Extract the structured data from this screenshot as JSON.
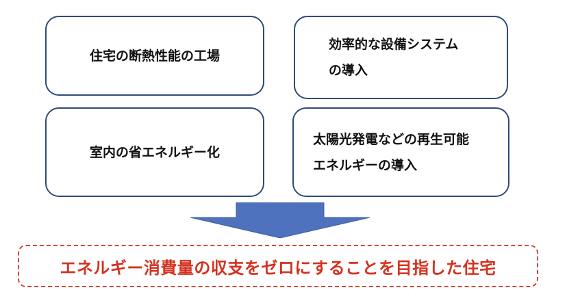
{
  "boxes": [
    {
      "lines": [
        "住宅の断熱性能の工場"
      ]
    },
    {
      "lines": [
        "効率的な設備システム",
        "の導入"
      ]
    },
    {
      "lines": [
        "室内の省エネルギー化"
      ]
    },
    {
      "lines": [
        "太陽光発電などの再生可能",
        "エネルギーの導入"
      ]
    }
  ],
  "goal": {
    "text": "エネルギー消費量の収支をゼロにすることを目指した住宅"
  },
  "colors": {
    "box_border": "#2f4a7a",
    "arrow": "#4f72be",
    "goal_border": "#d64535",
    "goal_text": "#d3321f"
  }
}
